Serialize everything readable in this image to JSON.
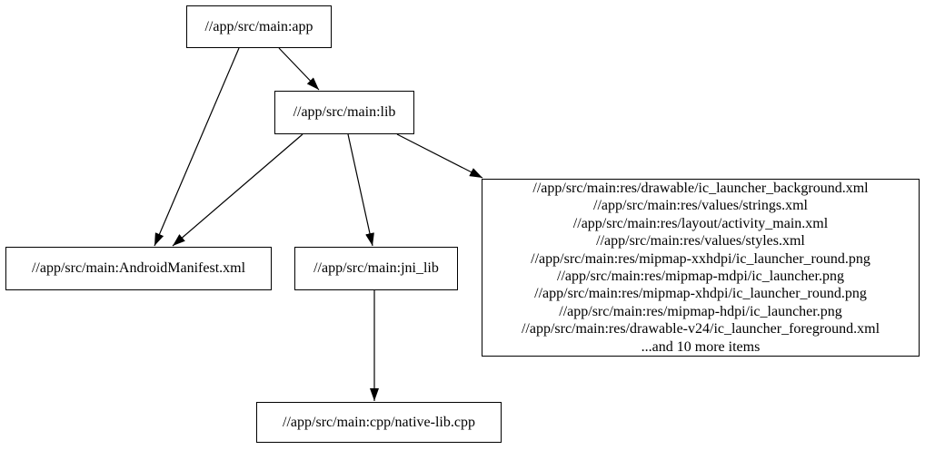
{
  "graph": {
    "type": "directed-dependency-graph",
    "background_color": "#ffffff",
    "node_border_color": "#000000",
    "node_fill_color": "#ffffff",
    "text_color": "#000000",
    "edge_color": "#000000"
  },
  "nodes": {
    "app": {
      "label": "//app/src/main:app"
    },
    "lib": {
      "label": "//app/src/main:lib"
    },
    "android_manifest": {
      "label": "//app/src/main:AndroidManifest.xml"
    },
    "jni_lib": {
      "label": "//app/src/main:jni_lib"
    },
    "res_group": {
      "lines": [
        "//app/src/main:res/drawable/ic_launcher_background.xml",
        "//app/src/main:res/values/strings.xml",
        "//app/src/main:res/layout/activity_main.xml",
        "//app/src/main:res/values/styles.xml",
        "//app/src/main:res/mipmap-xxhdpi/ic_launcher_round.png",
        "//app/src/main:res/mipmap-mdpi/ic_launcher.png",
        "//app/src/main:res/mipmap-xhdpi/ic_launcher_round.png",
        "//app/src/main:res/mipmap-hdpi/ic_launcher.png",
        "//app/src/main:res/drawable-v24/ic_launcher_foreground.xml",
        "...and 10 more items"
      ]
    },
    "native_cpp": {
      "label": "//app/src/main:cpp/native-lib.cpp"
    }
  },
  "edges": [
    {
      "from": "app",
      "to": "lib"
    },
    {
      "from": "app",
      "to": "android_manifest"
    },
    {
      "from": "lib",
      "to": "android_manifest"
    },
    {
      "from": "lib",
      "to": "jni_lib"
    },
    {
      "from": "lib",
      "to": "res_group"
    },
    {
      "from": "jni_lib",
      "to": "native_cpp"
    }
  ]
}
